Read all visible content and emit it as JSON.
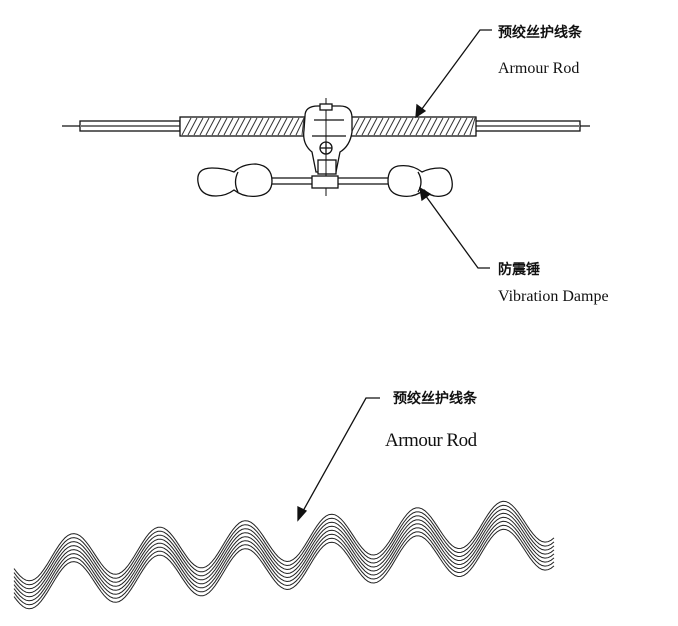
{
  "top": {
    "armour_rod": {
      "cn": "预绞丝护线条",
      "en": "Armour Rod"
    },
    "damper": {
      "cn": "防震锤",
      "en": "Vibration Dampe"
    }
  },
  "bottom": {
    "armour_rod": {
      "cn": "预绞丝护线条",
      "en": "Armour Rod"
    }
  },
  "colors": {
    "ink": "#111111",
    "hatch": "#333333"
  }
}
